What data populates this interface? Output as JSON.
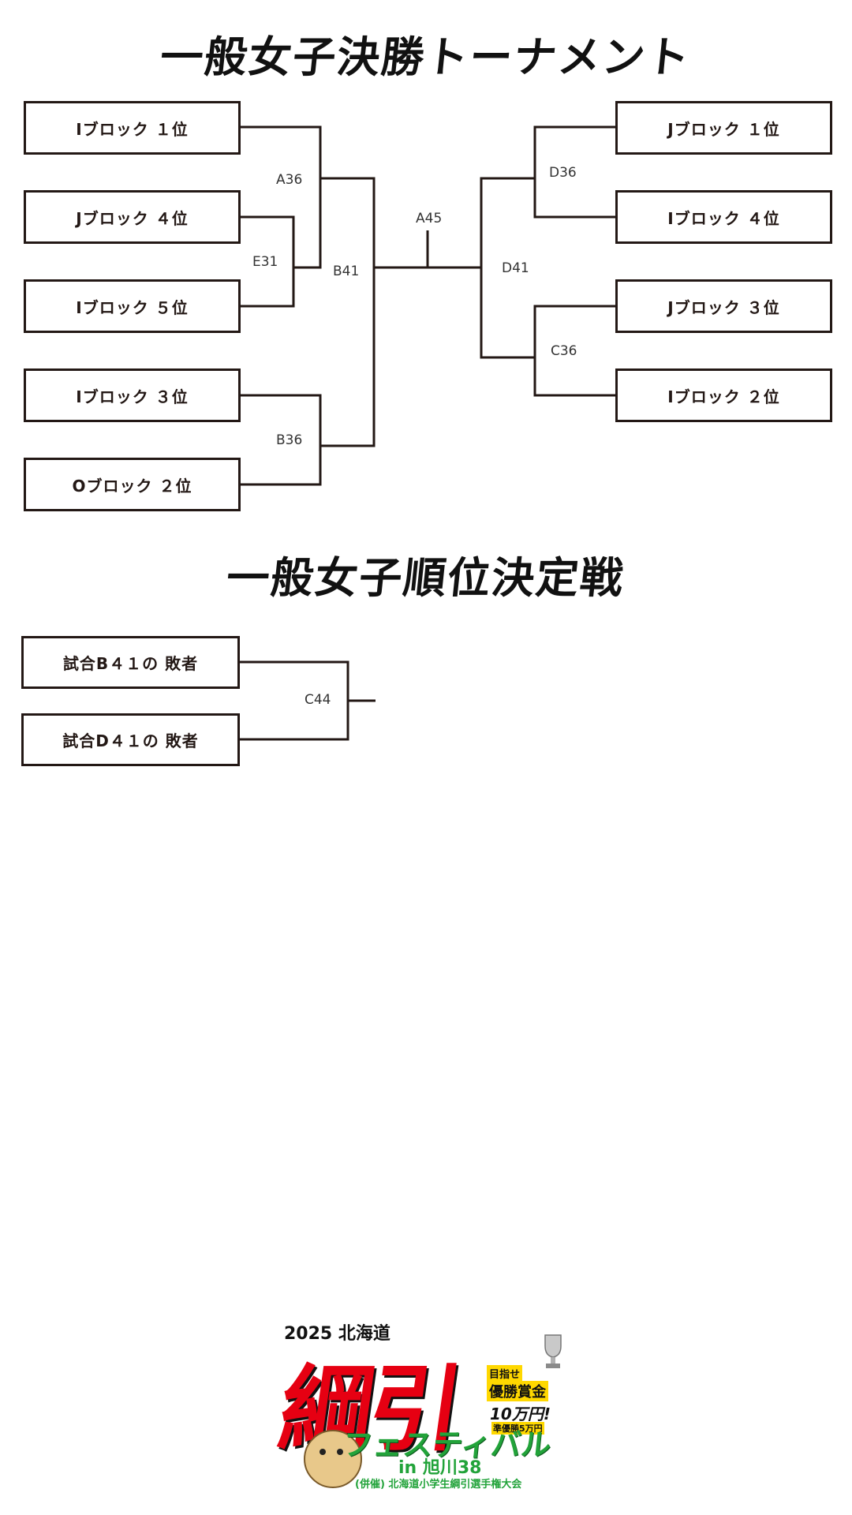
{
  "titles": {
    "tournament": "一般女子決勝トーナメント",
    "placement": "一般女子順位決定戦"
  },
  "bracket": {
    "left_teams": [
      "Iブロック １位",
      "Jブロック ４位",
      "Iブロック ５位",
      "Iブロック ３位",
      "Oブロック ２位"
    ],
    "right_teams": [
      "Jブロック １位",
      "Iブロック ４位",
      "Jブロック ３位",
      "Iブロック ２位"
    ],
    "matches": {
      "A36": "A36",
      "E31": "E31",
      "B41": "B41",
      "B36": "B36",
      "A45": "A45",
      "D36": "D36",
      "D41": "D41",
      "C36": "C36"
    }
  },
  "placement_bracket": {
    "teams": [
      "試合B４１の 敗者",
      "試合D４１の 敗者"
    ],
    "match": "C44"
  },
  "logo": {
    "year": "2025 北海道",
    "big": "綱引",
    "fest": "フェスティバル",
    "city": "in 旭川38",
    "sub": "(併催) 北海道小学生綱引選手権大会",
    "badge_1": "目指せ",
    "badge_2": "優勝賞金",
    "badge_3": "10万円!",
    "badge_4": "準優勝5万円"
  },
  "colors": {
    "line": "#231815",
    "logo_red": "#e60012",
    "logo_green": "#22a33a"
  }
}
